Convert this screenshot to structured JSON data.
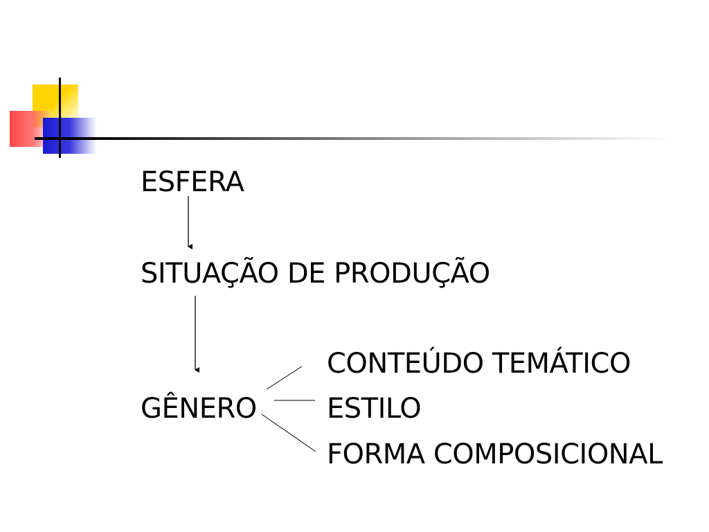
{
  "diagram": {
    "nodes": {
      "esfera": "ESFERA",
      "situacao": "SITUAÇÃO DE PRODUÇÃO",
      "genero": "GÊNERO",
      "conteudo": "CONTEÚDO TEMÁTICO",
      "estilo": "ESTILO",
      "forma": "FORMA COMPOSICIONAL"
    },
    "edges": [
      {
        "from": "ESFERA",
        "to": "SITUAÇÃO DE PRODUÇÃO",
        "type": "arrow"
      },
      {
        "from": "SITUAÇÃO DE PRODUÇÃO",
        "to": "GÊNERO",
        "type": "arrow"
      },
      {
        "from": "GÊNERO",
        "to": "CONTEÚDO TEMÁTICO",
        "type": "line"
      },
      {
        "from": "GÊNERO",
        "to": "ESTILO",
        "type": "line"
      },
      {
        "from": "GÊNERO",
        "to": "FORMA COMPOSICIONAL",
        "type": "line"
      }
    ]
  },
  "decoration": {
    "colors": {
      "yellow": "#ffd400",
      "red": "#ff3030",
      "blue": "#1a1ad6",
      "rule": "#000000"
    }
  }
}
